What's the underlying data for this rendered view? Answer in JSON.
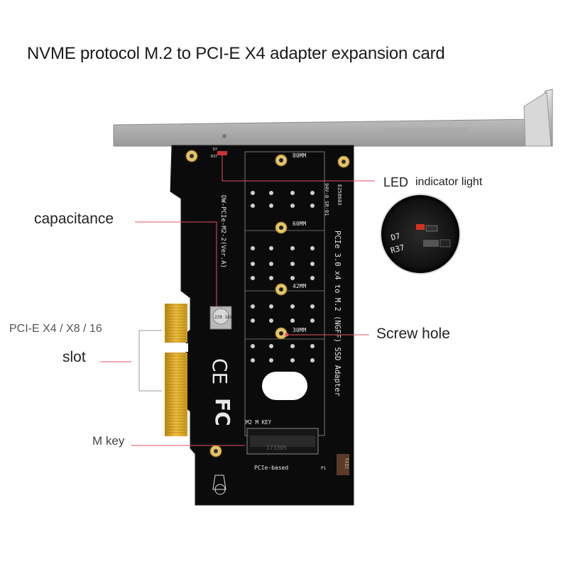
{
  "title": "NVME protocol M.2 to PCI-E X4 adapter expansion card",
  "callouts": {
    "led": "LED",
    "led_sub": "indicator light",
    "capacitance": "capacitance",
    "pcie": "PCI-E X4 / X8 / 16",
    "slot": "slot",
    "screw_hole": "Screw hole",
    "m_key": "M key"
  },
  "board_text": {
    "model": "DW-PCIe-M2-2(Ver.A)",
    "description": "PCIe 3.0 x4 to M.2 (NGFF) SSD Adapter",
    "cert": "94V-0 SR-01",
    "code": "E258603",
    "size_80": "80MM",
    "size_60": "60MM",
    "size_42": "42MM",
    "size_30": "30MM",
    "m2_label": "M2 M KEY",
    "socket_code": "173305",
    "pcie_based": "PCIe-based",
    "brand": "TXIC",
    "pin": "P1",
    "cap_value": "220 16V",
    "led_ref": "D7",
    "res_ref": "R37"
  },
  "colors": {
    "pcb": "#0b0b0b",
    "gold": "#d4a21c",
    "bracket": "#c9c9c9",
    "callout_line": "#e05060",
    "led": "#d83020"
  }
}
